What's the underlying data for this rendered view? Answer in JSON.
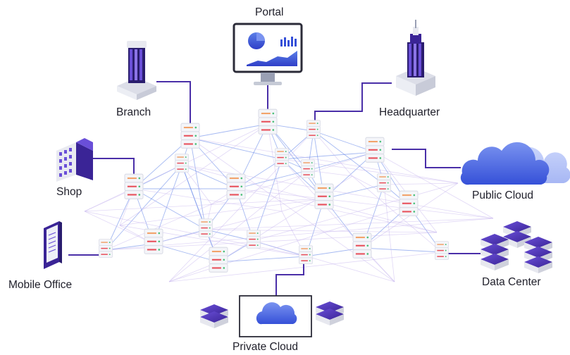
{
  "labels": {
    "portal": "Portal",
    "branch": "Branch",
    "headquarter": "Headquarter",
    "shop": "Shop",
    "public_cloud": "Public Cloud",
    "mobile_office": "Mobile Office",
    "data_center": "Data Center",
    "private_cloud": "Private Cloud"
  },
  "icons": {
    "portal": "monitor-dashboard-icon",
    "branch": "building-tower-icon",
    "headquarter": "skyscraper-icon",
    "shop": "office-building-icon",
    "public_cloud": "cloud-icon",
    "mobile_office": "mobile-device-icon",
    "data_center": "server-stack-icon",
    "private_cloud": "private-cloud-icon"
  },
  "colors": {
    "purple": "#4a2fa8",
    "blue": "#3d6fe0",
    "mesh": "#5b7fe8",
    "node_accent": "#e8505b"
  }
}
